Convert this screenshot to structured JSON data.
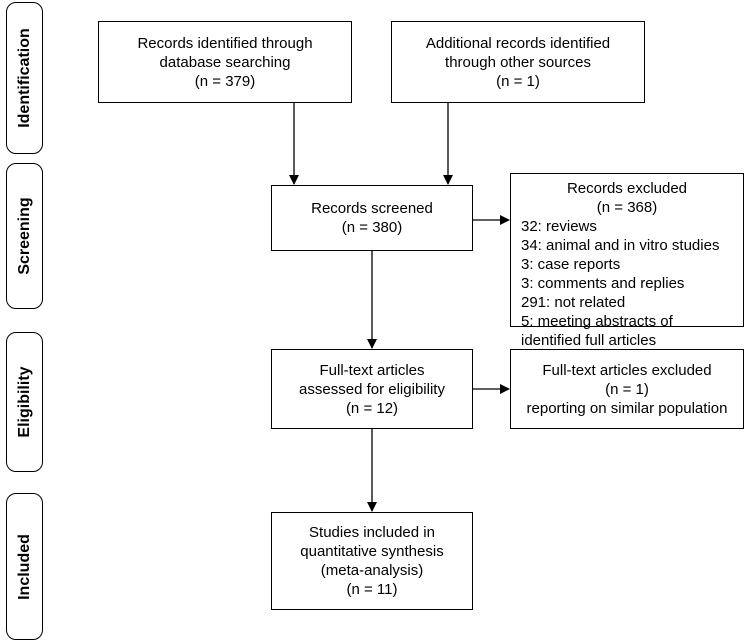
{
  "phases": {
    "identification": "Identification",
    "screening": "Screening",
    "eligibility": "Eligibility",
    "included": "Included"
  },
  "boxes": {
    "database": {
      "line1": "Records identified through",
      "line2": "database searching",
      "line3": "(n = 379)"
    },
    "other": {
      "line1": "Additional records identified",
      "line2": "through other sources",
      "line3": "(n = 1)"
    },
    "screened": {
      "line1": "Records screened",
      "line2": "(n = 380)"
    },
    "excluded": {
      "title": "Records excluded",
      "count": "(n = 368)",
      "items": [
        "32: reviews",
        "34: animal and in vitro studies",
        "3: case reports",
        "3: comments and replies",
        "291: not related",
        "5: meeting abstracts of",
        "identified full articles"
      ]
    },
    "fulltext": {
      "line1": "Full-text articles",
      "line2": "assessed for eligibility",
      "line3": "(n = 12)"
    },
    "fulltext_excluded": {
      "line1": "Full-text articles excluded",
      "line2": "(n = 1)",
      "line3": "reporting on similar population"
    },
    "included": {
      "line1": "Studies included in",
      "line2": "quantitative synthesis",
      "line3": "(meta-analysis)",
      "line4": "(n = 11)"
    }
  }
}
